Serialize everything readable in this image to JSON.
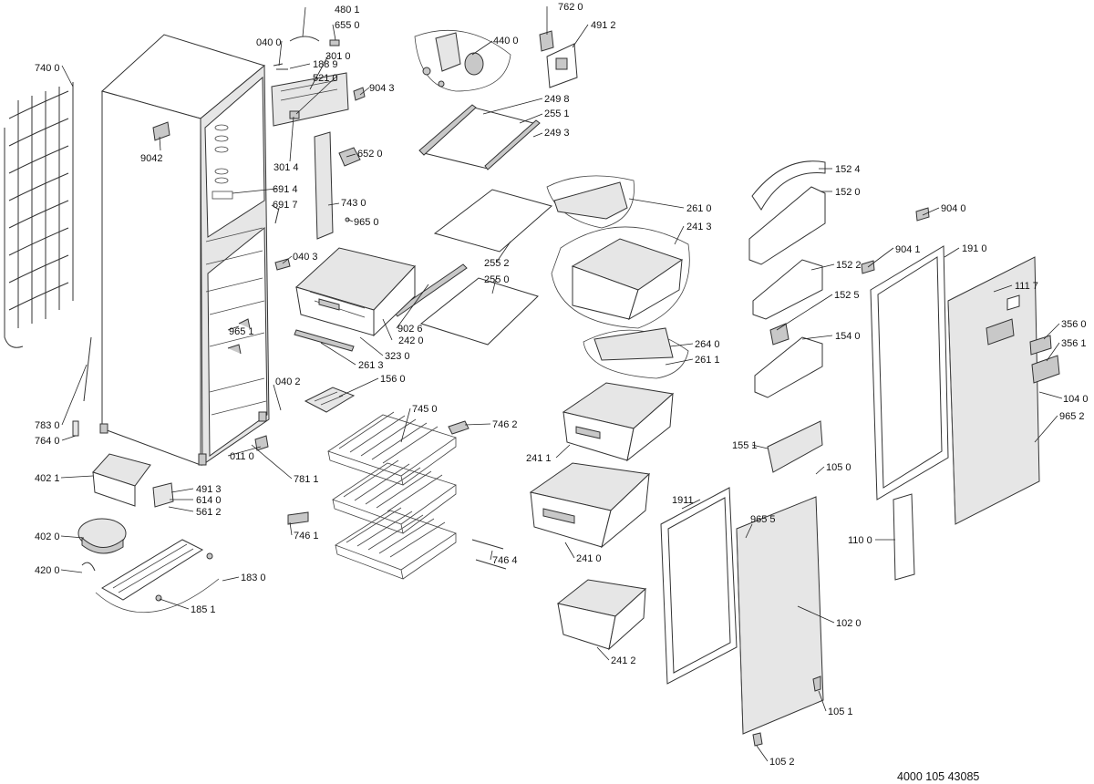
{
  "drawing_ref": "4000 105 43085",
  "labels": [
    {
      "id": "p4801",
      "text": "480 1"
    },
    {
      "id": "p6550",
      "text": "655 0"
    },
    {
      "id": "p0400",
      "text": "040 0"
    },
    {
      "id": "p1889",
      "text": "188 9"
    },
    {
      "id": "p3010",
      "text": "301 0"
    },
    {
      "id": "p5210",
      "text": "521 0"
    },
    {
      "id": "p9043",
      "text": "904 3"
    },
    {
      "id": "p7400",
      "text": "740 0"
    },
    {
      "id": "p9042",
      "text": "9042"
    },
    {
      "id": "p3014",
      "text": "301 4"
    },
    {
      "id": "p6520",
      "text": "652 0"
    },
    {
      "id": "p6914",
      "text": "691 4"
    },
    {
      "id": "p6917",
      "text": "691 7"
    },
    {
      "id": "p7430",
      "text": "743 0"
    },
    {
      "id": "p9650",
      "text": "965 0"
    },
    {
      "id": "p0403",
      "text": "040 3"
    },
    {
      "id": "p9651",
      "text": "965 1"
    },
    {
      "id": "p4400",
      "text": "440 0"
    },
    {
      "id": "p7620",
      "text": "762 0"
    },
    {
      "id": "p4912",
      "text": "491 2"
    },
    {
      "id": "p2498",
      "text": "249 8"
    },
    {
      "id": "p2551",
      "text": "255 1"
    },
    {
      "id": "p2493",
      "text": "249 3"
    },
    {
      "id": "p2552",
      "text": "255 2"
    },
    {
      "id": "p2550",
      "text": "255 0"
    },
    {
      "id": "p9026",
      "text": "902 6"
    },
    {
      "id": "p2420",
      "text": "242 0"
    },
    {
      "id": "p3230",
      "text": "323 0"
    },
    {
      "id": "p2613",
      "text": "261 3"
    },
    {
      "id": "p1560",
      "text": "156 0"
    },
    {
      "id": "p2610",
      "text": "261 0"
    },
    {
      "id": "p2413",
      "text": "241 3"
    },
    {
      "id": "p2640",
      "text": "264 0"
    },
    {
      "id": "p2611",
      "text": "261 1"
    },
    {
      "id": "p1524",
      "text": "152 4"
    },
    {
      "id": "p1520",
      "text": "152 0"
    },
    {
      "id": "p9040",
      "text": "904 0"
    },
    {
      "id": "p9041",
      "text": "904 1"
    },
    {
      "id": "p1910",
      "text": "191 0"
    },
    {
      "id": "p1522",
      "text": "152 2"
    },
    {
      "id": "p1525",
      "text": "152 5"
    },
    {
      "id": "p1117",
      "text": "111 7"
    },
    {
      "id": "p1540",
      "text": "154 0"
    },
    {
      "id": "p3560",
      "text": "356 0"
    },
    {
      "id": "p3561",
      "text": "356 1"
    },
    {
      "id": "p1040",
      "text": "104 0"
    },
    {
      "id": "p9652",
      "text": "965 2"
    },
    {
      "id": "p7830",
      "text": "783 0"
    },
    {
      "id": "p7640",
      "text": "764 0"
    },
    {
      "id": "p0402",
      "text": "040 2"
    },
    {
      "id": "p0110",
      "text": "011 0"
    },
    {
      "id": "p7811",
      "text": "781 1"
    },
    {
      "id": "p4021",
      "text": "402 1"
    },
    {
      "id": "p4913",
      "text": "491 3"
    },
    {
      "id": "p6140",
      "text": "614 0"
    },
    {
      "id": "p5612",
      "text": "561 2"
    },
    {
      "id": "p4020",
      "text": "402 0"
    },
    {
      "id": "p4200",
      "text": "420 0"
    },
    {
      "id": "p1830",
      "text": "183 0"
    },
    {
      "id": "p1851",
      "text": "185 1"
    },
    {
      "id": "p7450",
      "text": "745 0"
    },
    {
      "id": "p7462",
      "text": "746 2"
    },
    {
      "id": "p7461",
      "text": "746 1"
    },
    {
      "id": "p7464",
      "text": "746 4"
    },
    {
      "id": "p2411",
      "text": "241 1"
    },
    {
      "id": "p2410",
      "text": "241 0"
    },
    {
      "id": "p2412",
      "text": "241 2"
    },
    {
      "id": "p1551",
      "text": "155 1"
    },
    {
      "id": "p1050",
      "text": "105 0"
    },
    {
      "id": "p1911",
      "text": "1911"
    },
    {
      "id": "p9655",
      "text": "965 5"
    },
    {
      "id": "p1100",
      "text": "110 0"
    },
    {
      "id": "p1020",
      "text": "102 0"
    },
    {
      "id": "p1051",
      "text": "105 1"
    },
    {
      "id": "p1052",
      "text": "105 2"
    }
  ]
}
